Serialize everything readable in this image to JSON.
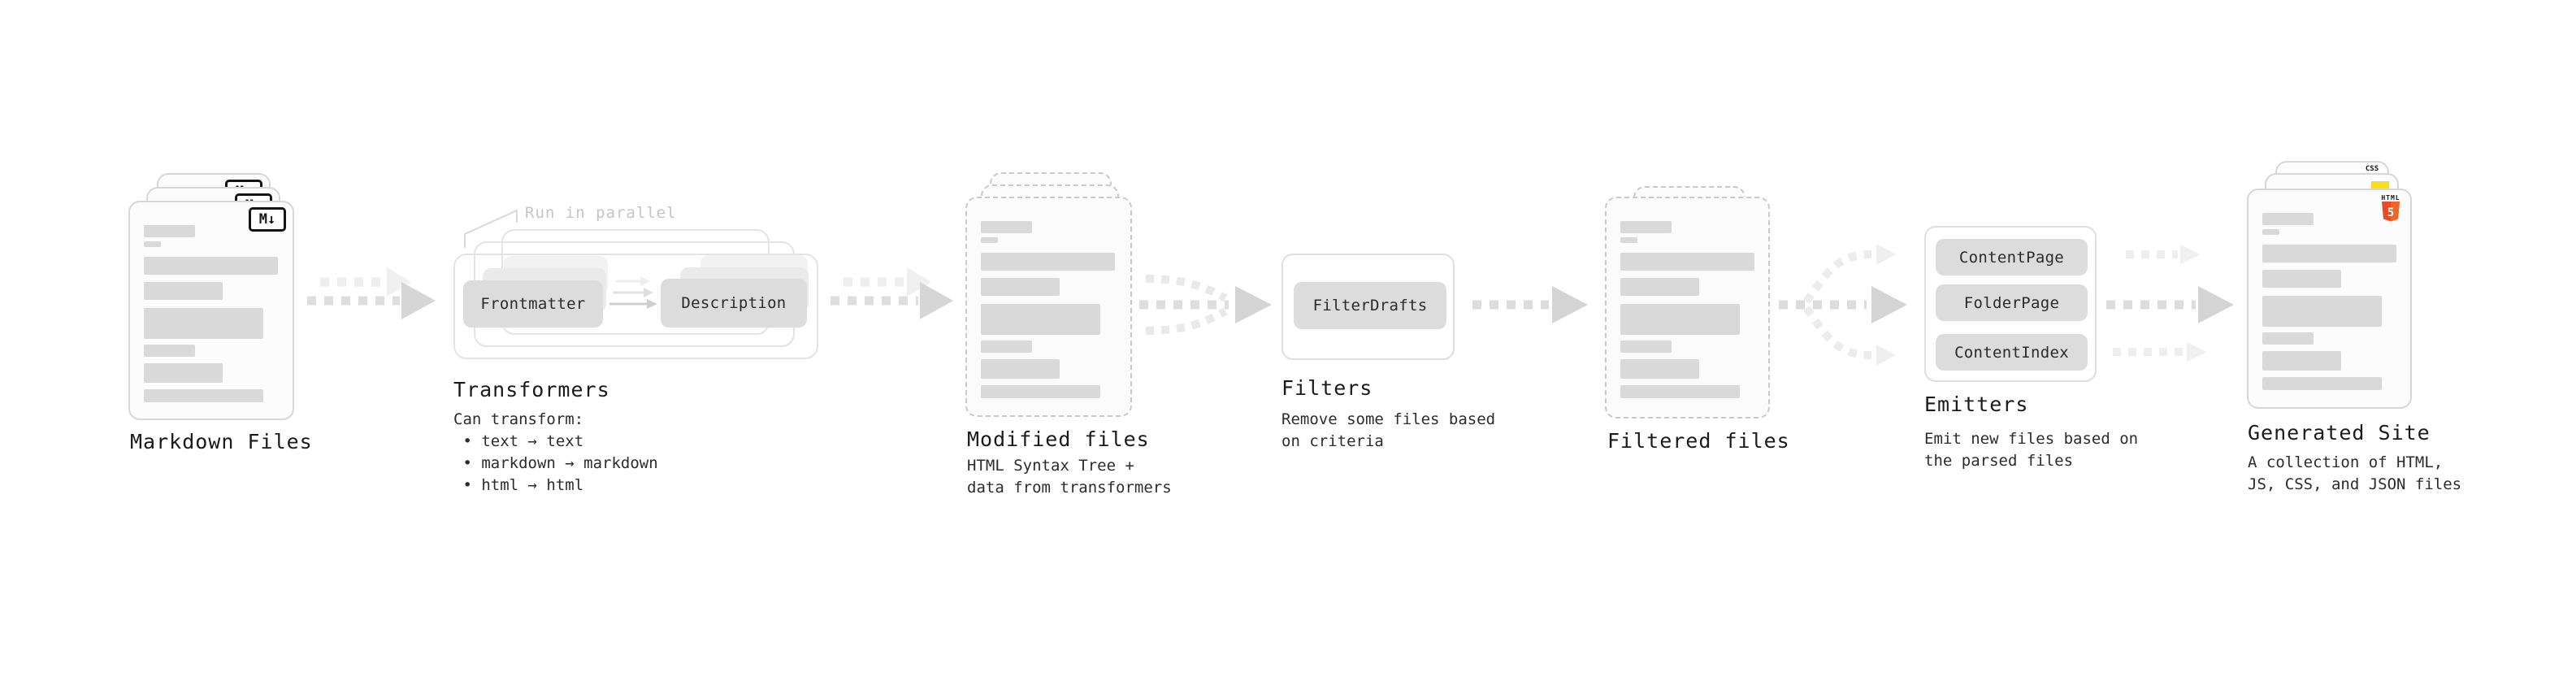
{
  "stages": {
    "markdown_files": {
      "label": "Markdown Files",
      "icon": "M↓"
    },
    "transformers": {
      "label": "Transformers",
      "parallel_note": "Run in parallel",
      "input_box": "Frontmatter",
      "output_box": "Description",
      "caption": "Can transform:\n • text → text\n • markdown → markdown\n • html → html"
    },
    "modified_files": {
      "label": "Modified files",
      "caption": "HTML Syntax Tree +\ndata from transformers"
    },
    "filters": {
      "label": "Filters",
      "box": "FilterDrafts",
      "caption": "Remove some files based\non criteria"
    },
    "filtered_files": {
      "label": "Filtered files"
    },
    "emitters": {
      "label": "Emitters",
      "boxes": [
        "ContentPage",
        "FolderPage",
        "ContentIndex"
      ],
      "caption": "Emit new files based on\nthe parsed files"
    },
    "generated_site": {
      "label": "Generated Site",
      "caption": "A collection of HTML,\nJS, CSS, and JSON files",
      "css_badge": "CSS",
      "html5_badge_label": "HTML",
      "html5_badge_number": "5"
    }
  },
  "colors": {
    "html5_orange": "#e44d26",
    "html5_orange_light": "#f16529",
    "js_yellow": "#f7df1e",
    "css_blue": "#2b5ce6",
    "bar_gray": "#d9d9d9",
    "pill_gray": "#dcdcdc",
    "arrow_gray": "#d6d6d6",
    "arrow_light": "#eeeeee",
    "note_gray": "#c5c5c5"
  }
}
